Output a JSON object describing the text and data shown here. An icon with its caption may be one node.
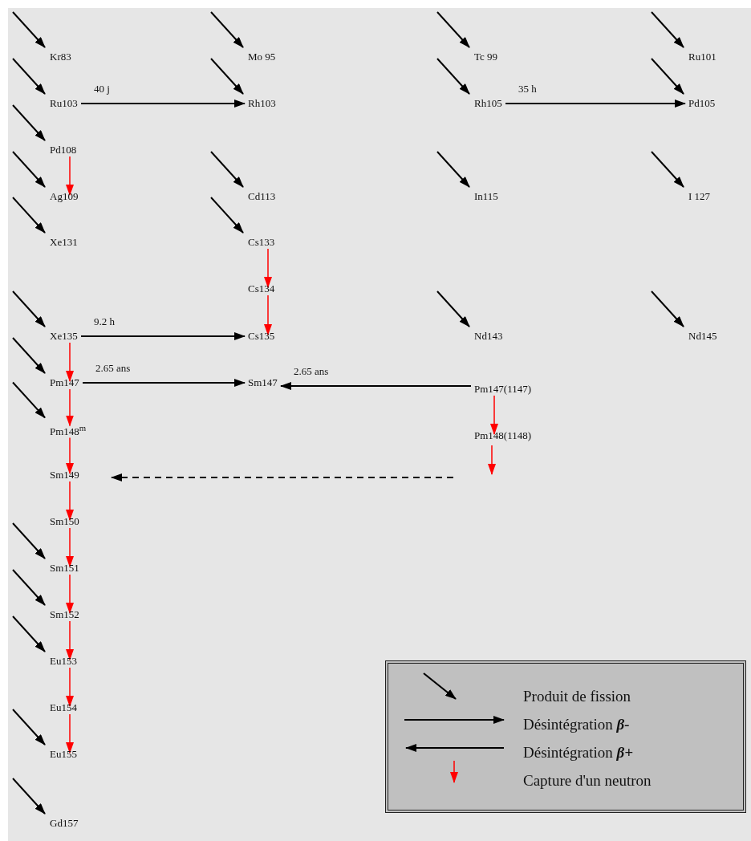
{
  "diagram": {
    "nodes": [
      {
        "text": [
          "Kr83"
        ]
      },
      {
        "text": [
          "Ru103"
        ]
      },
      {
        "text": [
          "Pd108"
        ]
      },
      {
        "text": [
          "Ag109"
        ]
      },
      {
        "text": [
          "Xe131"
        ]
      },
      {
        "text": [
          "Xe135"
        ]
      },
      {
        "text": [
          "Pm147"
        ]
      },
      {
        "text": [
          "Pm148$^{m}$"
        ]
      },
      {
        "text": [
          "Sm149"
        ]
      },
      {
        "text": [
          "Sm150"
        ]
      },
      {
        "text": [
          "Sm151"
        ]
      },
      {
        "text": [
          "Sm152"
        ]
      },
      {
        "text": [
          "Eu153"
        ]
      },
      {
        "text": [
          "Eu154"
        ]
      },
      {
        "text": [
          "Eu155"
        ]
      },
      {
        "text": [
          "Gd157"
        ]
      },
      {
        "text": [
          "Mo 95"
        ]
      },
      {
        "text": [
          "Rh103"
        ]
      },
      {
        "text": [
          "Cd113"
        ]
      },
      {
        "text": [
          "Cs133"
        ]
      },
      {
        "text": [
          "Cs134"
        ]
      },
      {
        "text": [
          "Cs135"
        ]
      },
      {
        "text": [
          "Sm147"
        ]
      },
      {
        "text": [
          "Tc 99"
        ]
      },
      {
        "text": [
          "Rh105"
        ]
      },
      {
        "text": [
          "In115"
        ]
      },
      {
        "text": [
          "Nd143"
        ]
      },
      {
        "text": [
          "Pm147(1147)"
        ]
      },
      {
        "text": [
          "Pm148(1148)"
        ]
      },
      {
        "text": [
          "Ru101"
        ]
      },
      {
        "text": [
          "Pd105"
        ]
      },
      {
        "text": [
          "I 127"
        ]
      },
      {
        "text": [
          "Nd145"
        ]
      }
    ],
    "edges": [
      {
        "from": null,
        "to": 0,
        "arrow": "to"
      },
      {
        "from": null,
        "to": 1,
        "arrow": "to"
      },
      {
        "from": null,
        "to": 2,
        "arrow": "to"
      },
      {
        "from": null,
        "to": 3,
        "arrow": "to"
      },
      {
        "from": null,
        "to": 4,
        "arrow": "to"
      },
      {
        "from": null,
        "to": 5,
        "arrow": "to"
      },
      {
        "from": null,
        "to": 6,
        "arrow": "to"
      },
      {
        "from": null,
        "to": 7,
        "arrow": "to"
      },
      {
        "from": null,
        "to": 10,
        "arrow": "to"
      },
      {
        "from": null,
        "to": 11,
        "arrow": "to"
      },
      {
        "from": null,
        "to": 12,
        "arrow": "to"
      },
      {
        "from": null,
        "to": 14,
        "arrow": "to"
      },
      {
        "from": null,
        "to": 15,
        "arrow": "to"
      },
      {
        "from": null,
        "to": 16,
        "arrow": "to"
      },
      {
        "from": null,
        "to": 17,
        "arrow": "to"
      },
      {
        "from": null,
        "to": 18,
        "arrow": "to"
      },
      {
        "from": null,
        "to": 19,
        "arrow": "to"
      },
      {
        "from": null,
        "to": 23,
        "arrow": "to"
      },
      {
        "from": null,
        "to": 24,
        "arrow": "to"
      },
      {
        "from": null,
        "to": 25,
        "arrow": "to"
      },
      {
        "from": null,
        "to": 26,
        "arrow": "to"
      },
      {
        "from": null,
        "to": 29,
        "arrow": "to"
      },
      {
        "from": null,
        "to": 30,
        "arrow": "to"
      },
      {
        "from": null,
        "to": 31,
        "arrow": "to"
      },
      {
        "from": null,
        "to": 32,
        "arrow": "to"
      },
      {
        "from": 2,
        "to": 3,
        "arrow": "to",
        "color": "#ff0000"
      },
      {
        "from": 19,
        "to": 20,
        "arrow": "to",
        "color": "#ff0000"
      },
      {
        "from": 20,
        "to": 21,
        "arrow": "to",
        "color": "#ff0000"
      },
      {
        "from": 5,
        "to": 6,
        "arrow": "to",
        "color": "#ff0000"
      },
      {
        "from": 6,
        "to": 7,
        "arrow": "to",
        "color": "#ff0000"
      },
      {
        "from": 7,
        "to": 8,
        "arrow": "to",
        "color": "#ff0000"
      },
      {
        "from": 8,
        "to": 9,
        "arrow": "to",
        "color": "#ff0000"
      },
      {
        "from": 9,
        "to": 10,
        "arrow": "to",
        "color": "#ff0000"
      },
      {
        "from": 10,
        "to": 11,
        "arrow": "to",
        "color": "#ff0000"
      },
      {
        "from": 11,
        "to": 12,
        "arrow": "to",
        "color": "#ff0000"
      },
      {
        "from": 12,
        "to": 13,
        "arrow": "to",
        "color": "#ff0000"
      },
      {
        "from": 13,
        "to": 14,
        "arrow": "to",
        "color": "#ff0000"
      },
      {
        "from": 27,
        "to": 28,
        "arrow": "to",
        "color": "#ff0000"
      },
      {
        "from": 28,
        "to": null,
        "arrow": "to",
        "color": "#ff0000"
      },
      {
        "from": 1,
        "to": 17,
        "arrow": "to",
        "label": "40 j"
      },
      {
        "from": 24,
        "to": 30,
        "arrow": "to",
        "label": "35 h"
      },
      {
        "from": 5,
        "to": 21,
        "arrow": "to",
        "label": "9.2 h"
      },
      {
        "from": 6,
        "to": 22,
        "arrow": "to",
        "label": "2.65 ans"
      },
      {
        "from": 27,
        "to": 22,
        "arrow": "to",
        "label": "2.65 ans"
      },
      {
        "from": null,
        "to": 8,
        "arrow": "to",
        "style": "dashed"
      }
    ],
    "legend": [
      {
        "text": "Produit de fission"
      },
      {
        "text": "Désintégration **β-**"
      },
      {
        "text": "Désintégration **β+**"
      },
      {
        "text": "Capture d'un neutron"
      }
    ]
  }
}
